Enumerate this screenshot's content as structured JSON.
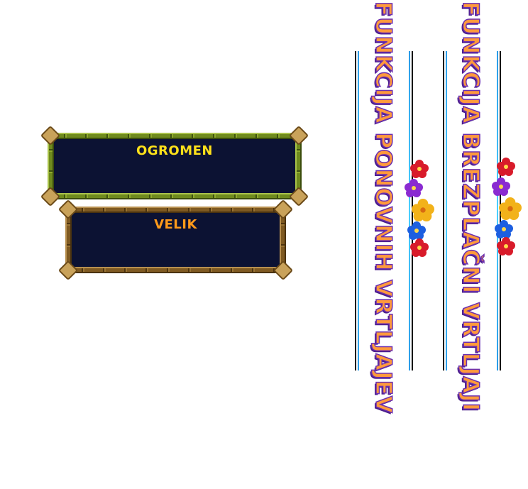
{
  "panels": {
    "huge": {
      "label": "OGROMEN",
      "label_color": "#ffe11a",
      "frame": "green-bamboo"
    },
    "big": {
      "label": "VELIK",
      "label_color": "#ff9a1a",
      "frame": "brown-bamboo"
    }
  },
  "banners": {
    "respins": {
      "text": "FUNKCIJA PONOVNIH VRTLJAJEV"
    },
    "free_spins": {
      "text": "FUNKCIJA BREZPLAČNI VRTLJAJI"
    }
  },
  "colors": {
    "panel_fill": "#0c1233",
    "banner_text": "#ff9a3c",
    "banner_outline": "#6b2fb0",
    "rail_blue": "#3ab8f5"
  },
  "icons": [
    "hibiscus-red",
    "hibiscus-purple",
    "hibiscus-yellow",
    "hibiscus-blue",
    "hibiscus-red"
  ]
}
